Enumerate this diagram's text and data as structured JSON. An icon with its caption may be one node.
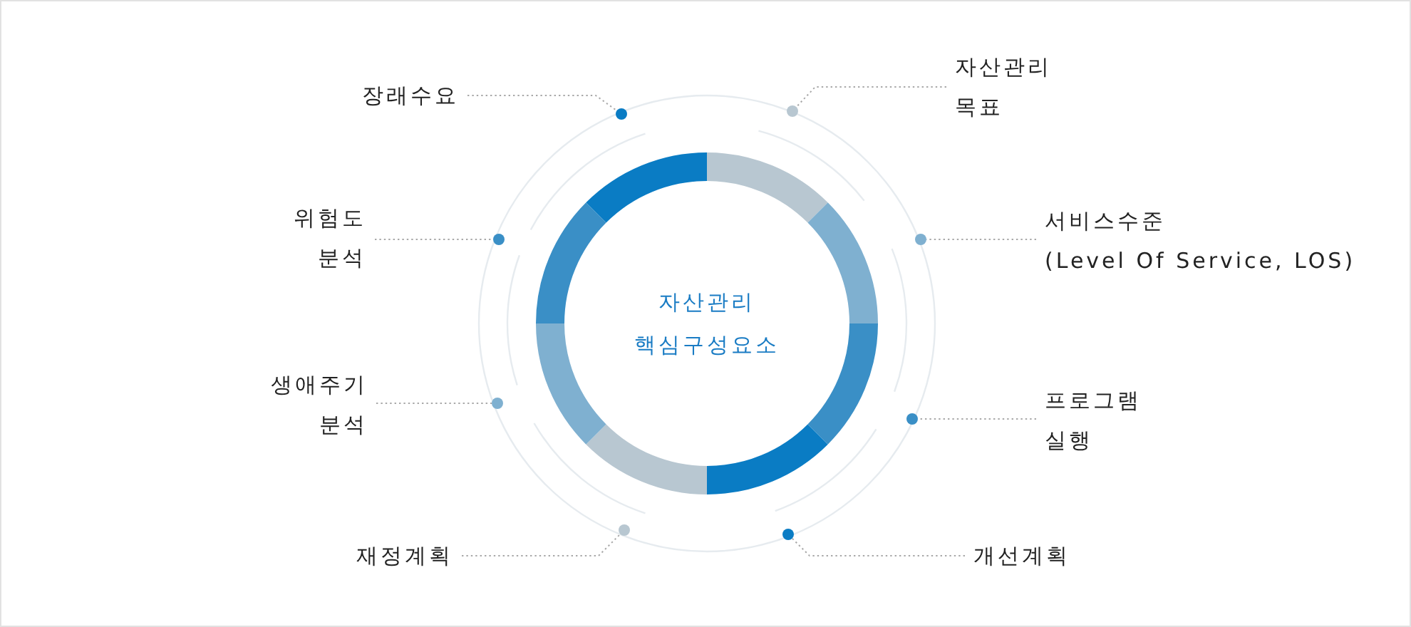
{
  "diagram": {
    "nodes": [
      {
        "text": [
          "자산관리 핵심구성요소"
        ]
      },
      {
        "text": [
          "장래수요"
        ]
      },
      {
        "text": [
          "자산관리 목표"
        ]
      },
      {
        "text": [
          "위험도 분석"
        ]
      },
      {
        "text": [
          "서비스수준 (Level Of Service, LOS)"
        ]
      },
      {
        "text": [
          "생애주기 분석"
        ]
      },
      {
        "text": [
          "프로그램 실행"
        ]
      },
      {
        "text": [
          "재정계획"
        ]
      },
      {
        "text": [
          "개선계획"
        ]
      },
      {
        "text": [],
        "shape": "circle"
      },
      {
        "text": [],
        "shape": "circle"
      },
      {
        "text": [],
        "shape": "circle"
      },
      {
        "text": [],
        "shape": "circle"
      },
      {
        "text": [],
        "shape": "circle"
      },
      {
        "text": [],
        "shape": "circle"
      },
      {
        "text": [],
        "shape": "circle"
      },
      {
        "text": [],
        "shape": "circle"
      }
    ],
    "edges": [
      {
        "from": 1,
        "to": 9,
        "arrow": "none"
      },
      {
        "from": 2,
        "to": 10,
        "arrow": "none"
      },
      {
        "from": 3,
        "to": 11,
        "arrow": "none"
      },
      {
        "from": 4,
        "to": 12,
        "arrow": "none"
      },
      {
        "from": 5,
        "to": 13,
        "arrow": "none"
      },
      {
        "from": 6,
        "to": 14,
        "arrow": "none"
      },
      {
        "from": 7,
        "to": 15,
        "arrow": "none"
      },
      {
        "from": 8,
        "to": 16,
        "arrow": "none"
      }
    ]
  }
}
